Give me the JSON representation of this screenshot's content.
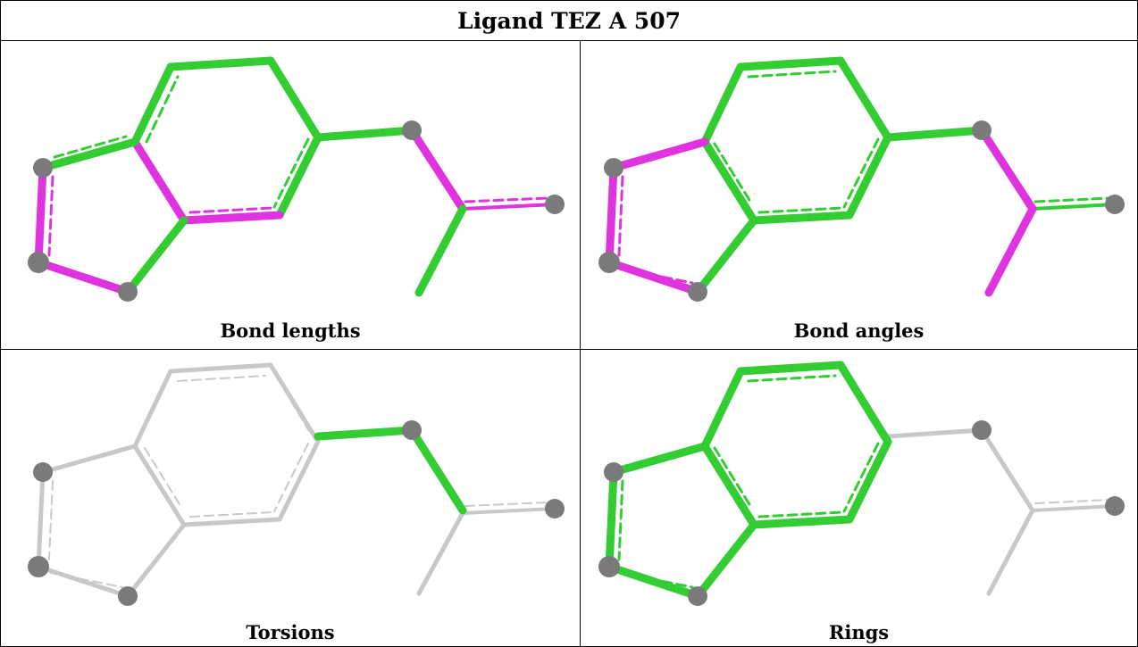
{
  "title": "Ligand TEZ A 507",
  "panels": [
    {
      "caption": "Bond lengths"
    },
    {
      "caption": "Bond angles"
    },
    {
      "caption": "Torsions"
    },
    {
      "caption": "Rings"
    }
  ],
  "colors": {
    "green": "#33cc33",
    "magenta": "#e033e0",
    "gray": "#c8c8c8",
    "atom": "#7a7a7a"
  }
}
